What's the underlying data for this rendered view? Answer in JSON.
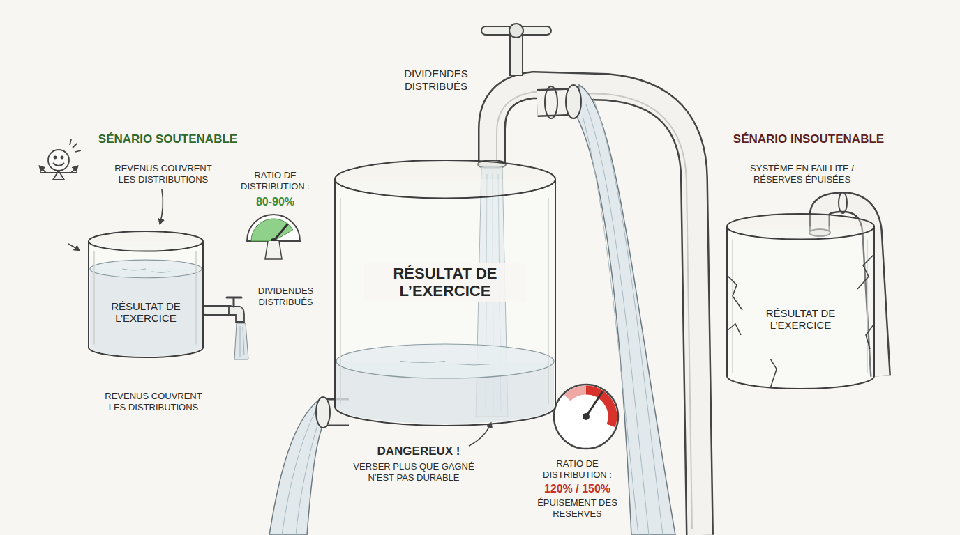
{
  "diagram": {
    "nodes": [
      {
        "text": [
          "RÉSULTAT DE L’EXERCICE"
        ]
      },
      {
        "text": [
          "RÉSULTAT DE L’EXERCICE"
        ]
      },
      {
        "text": [
          "RÉSULTAT DE L’EXERCICE"
        ]
      }
    ],
    "labels": [
      "SÉNARIO SOUTENABLE",
      "REVENUS COUVRENT LES DISTRIBUTIONS",
      "RATIO DE DISTRIBUTION :",
      "80-90%",
      "DIVIDENDES DISTRIBUÉS",
      "REVENUS COUVRENT LES DISTRIBUTIONS",
      "DIVIDENDES DISTRIBUÉS",
      "DANGEREUX !",
      "VERSER PLUS QUE GAGNÉ N’EST PAS DURABLE",
      "RATIO DE DISTRIBUTION :",
      "120% / 150%",
      "ÉPUISEMENT DES RESERVES",
      "SÉNARIO INSOUTENABLE",
      "SYSTÈME EN FAILLITE / RÉSERVES ÉPUISÉES"
    ]
  }
}
